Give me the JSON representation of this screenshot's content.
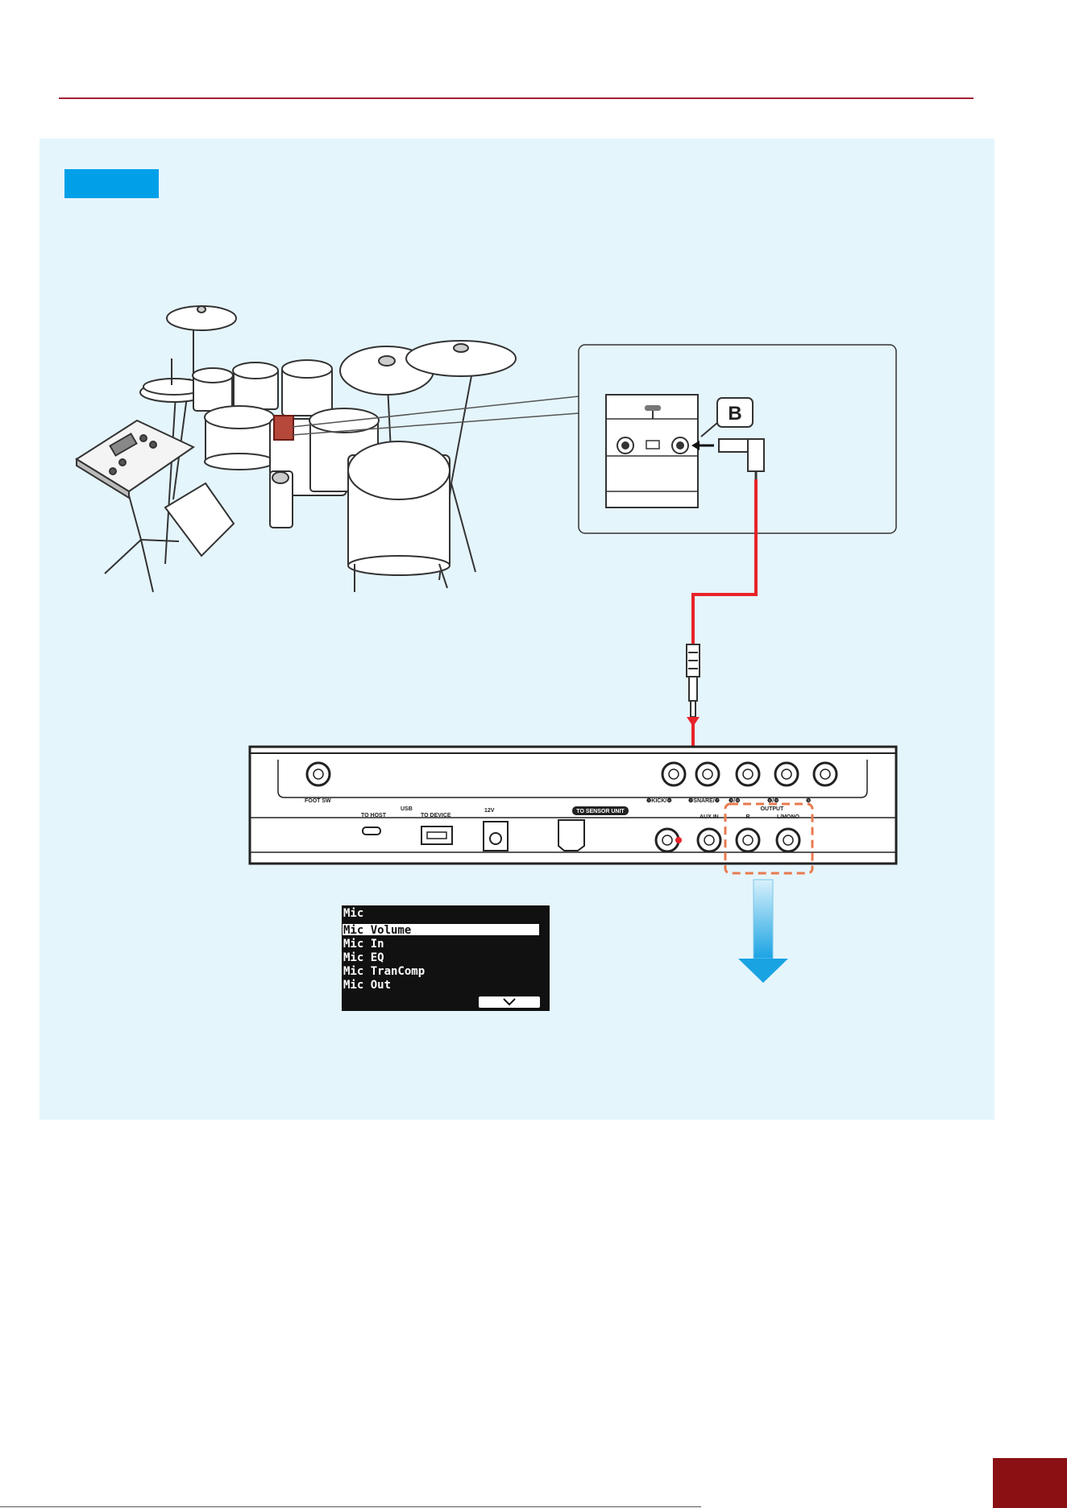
{
  "page": {
    "callout_letter": "B",
    "page_number": ""
  },
  "module_panel": {
    "foot_sw": "FOOT SW",
    "to_host": "TO HOST",
    "usb": "USB",
    "to_device": "TO DEVICE",
    "power": "12V",
    "sensor": "TO SENSOR UNIT",
    "inputs": [
      "❶KICK/❻",
      "❷SNARE/❼",
      "❸/❽",
      "❹/❾",
      "❺"
    ],
    "aux_in": "AUX IN",
    "output": "OUTPUT",
    "out_r": "R",
    "out_l": "L/MONO"
  },
  "lcd": {
    "title": "Mic",
    "items": [
      "Mic Volume",
      "Mic In",
      "Mic EQ",
      "Mic TranComp",
      "Mic Out"
    ],
    "selected_index": 0
  },
  "colors": {
    "accent_red": "#a41f35",
    "cable_red": "#e8232a",
    "panel_bg": "#e5f5fc",
    "tag_blue": "#00a0e9",
    "output_highlight": "#e87a4f"
  }
}
